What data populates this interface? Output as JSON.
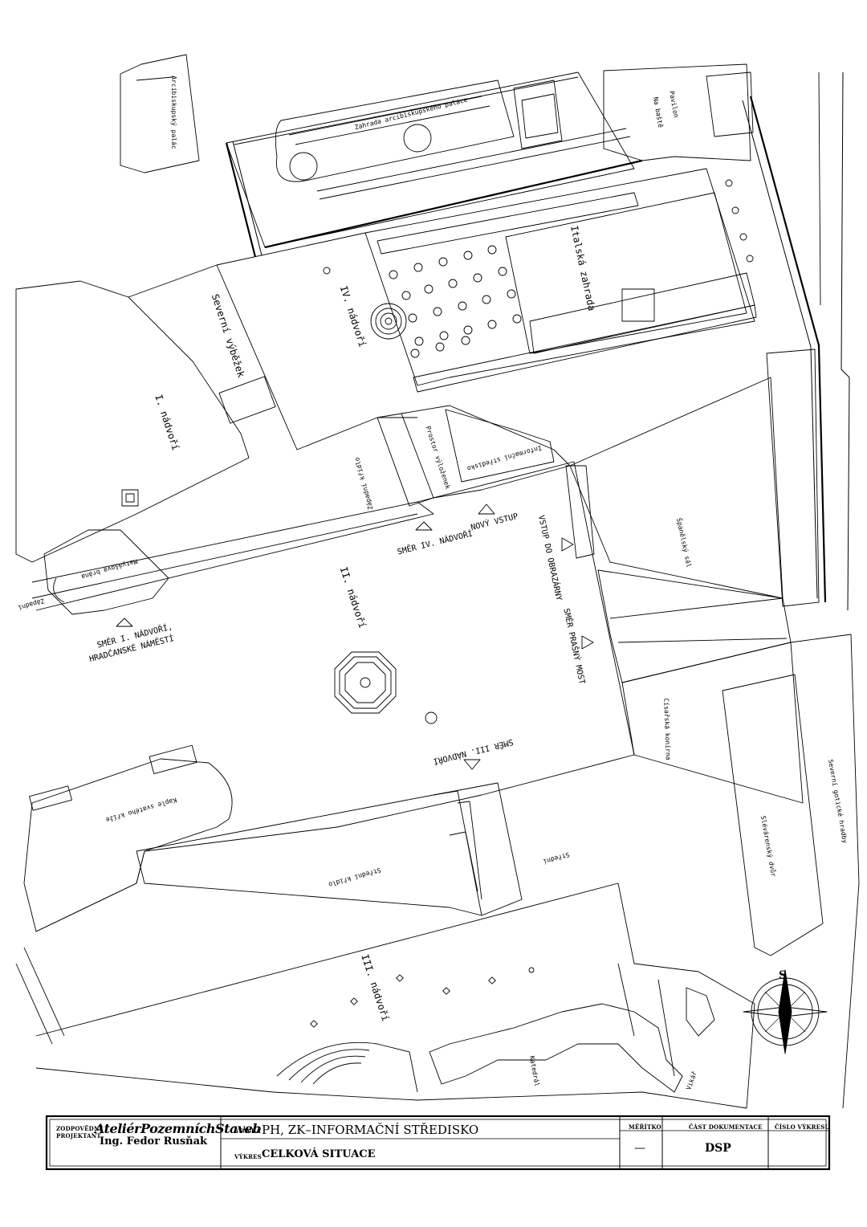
{
  "plan_labels": {
    "arcibiskupsky_palac": "Arcibiskupský palác",
    "zahrada_arcibiskupskeho_palace": "Zahrada arcibiskupského paláce",
    "pavilon": "Pavilon",
    "na_baste": "Na baště",
    "italska_zahrada": "Italská zahrada",
    "severni_vybezek": "Severní výběžek",
    "iv_nadvori": "IV. nádvoří",
    "i_nadvori": "I. nádvoří",
    "prostor_vylozek": "Prostor výloženek",
    "informacni_stredisko": "Informační středisko",
    "zapadni_kridlo_1": "Západní křídlo",
    "zapadni_kridlo_2": "Západní",
    "matyasova_brana": "Matyášova brána",
    "smer_iv_nadvori": "SMĚR IV. NÁDVOŘÍ",
    "novy_vstup": "NOVÝ VSTUP",
    "vstup_do_obrazarny": "VSTUP DO OBRAZÁRNY",
    "spanelsky_sal": "Španělský sál",
    "ii_nadvori": "II. nádvoří",
    "smer_prasny_most": "SMĚR PRAŠNÝ MOST",
    "smer_i_nadvori_1": "SMĚR I. NÁDVOŘÍ,",
    "smer_i_nadvori_2": "HRADČANSKÉ NÁMĚSTÍ",
    "cisarska_konirna": "Císařská konírna",
    "severni_goticke_hradby": "Severní gotické hradby",
    "smer_iii_nadvori": "SMĚR III. NÁDVOŘÍ",
    "kaple_svateho_krize": "Kaple svatého kříže",
    "stredni_kridlo": "Střední křídlo",
    "stredni": "Střední",
    "slevarensky_dvur": "Slévárenský dvůr",
    "iii_nadvori": "III. nádvoří",
    "katedrala": "Katedrál",
    "vikarska": "Vikář",
    "north_letter": "S"
  },
  "title_block": {
    "role_line1": "ZODPOVĚDNÝ",
    "role_line2": "PROJEKTANT",
    "firm": "AteliérPozemníchStaveb",
    "engineer": "Ing. Fedor Rusňak",
    "stavba_label": "STAVBA",
    "stavba_value": "PH, ZK–INFORMAČNÍ STŘEDISKO",
    "vykres_label": "VÝKRES",
    "vykres_value": "CELKOVÁ SITUACE",
    "meritko_label": "MĚŘÍTKO",
    "meritko_value": "—",
    "cast_label": "ČÁST DOKUMENTACE",
    "cast_value": "DSP",
    "cislo_label": "ČÍSLO VÝKRESU",
    "cislo_value": ""
  },
  "colors": {
    "line": "#000000",
    "background": "#ffffff"
  }
}
